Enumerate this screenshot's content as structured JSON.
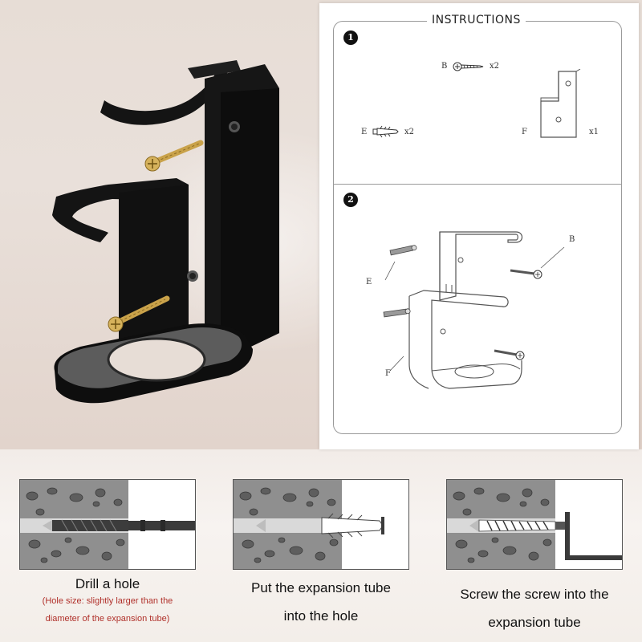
{
  "instructions": {
    "title": "INSTRUCTIONS",
    "step1": {
      "badge": "1",
      "parts": {
        "b_letter": "B",
        "b_qty": "x2",
        "e_letter": "E",
        "e_qty": "x2",
        "f_letter": "F",
        "f_qty": "x1"
      }
    },
    "step2": {
      "badge": "2",
      "labels": {
        "e": "E",
        "b": "B",
        "f": "F"
      }
    }
  },
  "steps": [
    {
      "title": "Drill a hole",
      "note_line1": "(Hole size: slightly larger than the",
      "note_line2": "diameter of the expansion tube)"
    },
    {
      "title_line1": "Put the expansion tube",
      "title_line2": "into the hole"
    },
    {
      "title_line1": "Screw the screw into the",
      "title_line2": "expansion tube"
    }
  ],
  "colors": {
    "concrete": "#8f8f8f",
    "stone": "#5e5e5e",
    "accent_red": "#b0302a",
    "product_black": "#141414",
    "screw_gold": "#c9a24a"
  }
}
